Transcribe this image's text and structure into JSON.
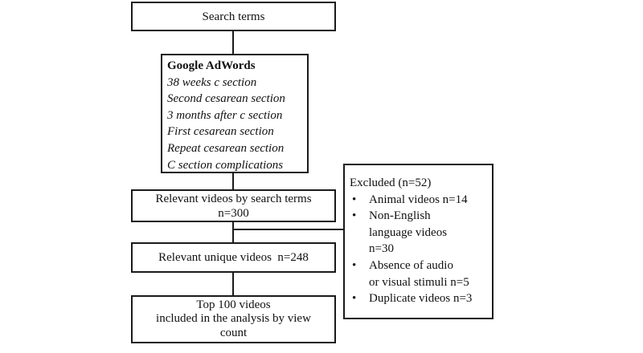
{
  "flow": {
    "search_terms": "Search terms",
    "keywords": {
      "title": "Google AdWords",
      "items": [
        "38 weeks c section",
        "Second cesarean section",
        "3 months after c section",
        "First cesarean section",
        "Repeat cesarean section",
        "C section complications"
      ]
    },
    "relevant_by_terms": {
      "line1": "Relevant videos by search terms",
      "line2": "n=300"
    },
    "relevant_unique": "Relevant unique videos  n=248",
    "top_videos": {
      "line1": "Top 100 videos",
      "line2": "included in the analysis by view",
      "line3": "count"
    }
  },
  "excluded": {
    "title": "Excluded (n=52)",
    "bullet_glyph": "•",
    "items": [
      [
        "Animal videos n=14"
      ],
      [
        "Non-English",
        "language videos",
        "n=30"
      ],
      [
        "Absence of audio",
        "or visual stimuli n=5"
      ],
      [
        "Duplicate videos n=3"
      ]
    ]
  },
  "colors": {
    "stroke": "#1a1a1a",
    "background": "#ffffff",
    "text": "#111111"
  }
}
